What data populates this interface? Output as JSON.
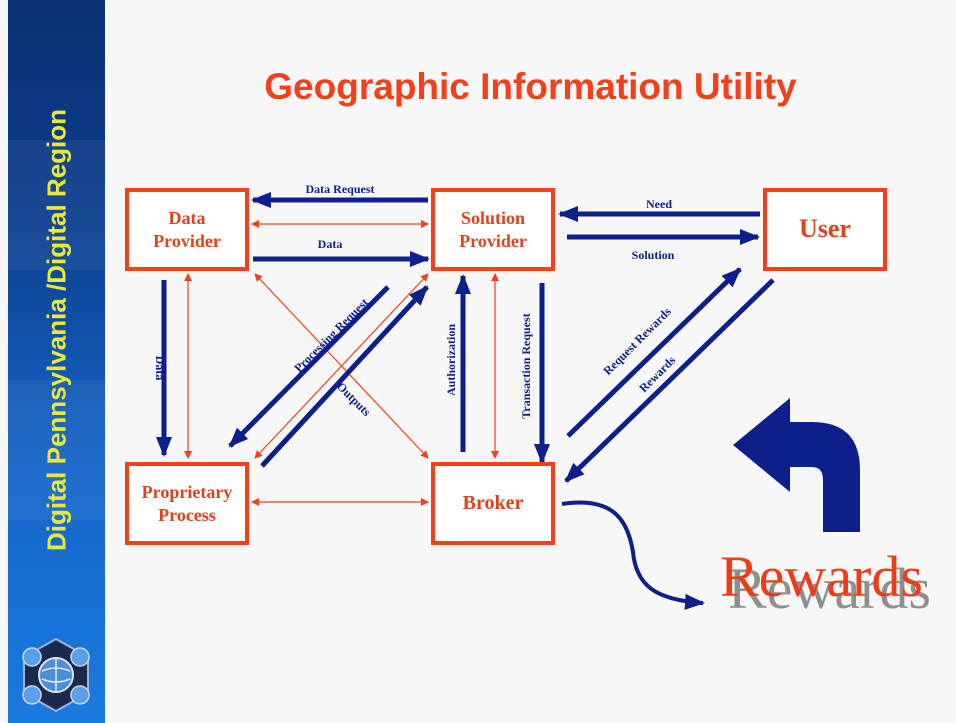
{
  "sidebar": {
    "title": "Digital Pennsylvania /Digital Region",
    "logo_icon": "globe-cube-logo"
  },
  "title": "Geographic Information Utility",
  "nodes": {
    "data_provider": "Data\nProvider",
    "solution_provider": "Solution\nProvider",
    "user": "User",
    "proprietary_process": "Proprietary\nProcess",
    "broker": "Broker"
  },
  "edges": {
    "data_request": "Data Request",
    "data_h": "Data",
    "need": "Need",
    "solution": "Solution",
    "data_v": "Data",
    "processing_request": "Processing Request",
    "outputs": "Outputs",
    "authorization": "Authorization",
    "transaction_request": "Transaction Request",
    "request_rewards": "Request Rewards",
    "rewards": "Rewards"
  },
  "rewards_label": "Rewards",
  "colors": {
    "box_border": "#f2401a",
    "arrow_blue": "#0d1f8a",
    "title_red": "#f2401a",
    "sidebar_text": "#e8ea3a"
  }
}
